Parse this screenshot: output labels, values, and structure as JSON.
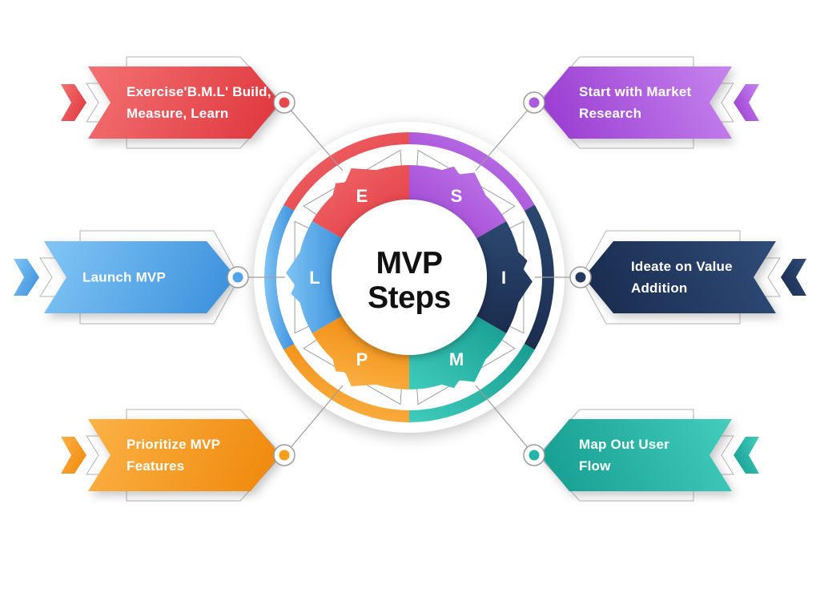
{
  "title": {
    "line1": "MVP",
    "line2": "Steps"
  },
  "steps": [
    {
      "key": "exercise-bml",
      "letter": "E",
      "line1": "Exercise'B.M.L' Build,",
      "line2": "Measure, Learn",
      "color": "#E8484E"
    },
    {
      "key": "market-research",
      "letter": "S",
      "line1": "Start with Market",
      "line2": "Research",
      "color": "#AC5BDC"
    },
    {
      "key": "launch-mvp",
      "letter": "L",
      "line1": "Launch MVP",
      "line2": "",
      "color": "#4FA4E9"
    },
    {
      "key": "ideate-value",
      "letter": "I",
      "line1": "Ideate on Value",
      "line2": "Addition",
      "color": "#24395F"
    },
    {
      "key": "prioritize-mvp",
      "letter": "P",
      "line1": "Prioritize MVP",
      "line2": "Features",
      "color": "#F69D1E"
    },
    {
      "key": "map-user-flow",
      "letter": "M",
      "line1": "Map Out User",
      "line2": "Flow",
      "color": "#25B5A8"
    }
  ]
}
